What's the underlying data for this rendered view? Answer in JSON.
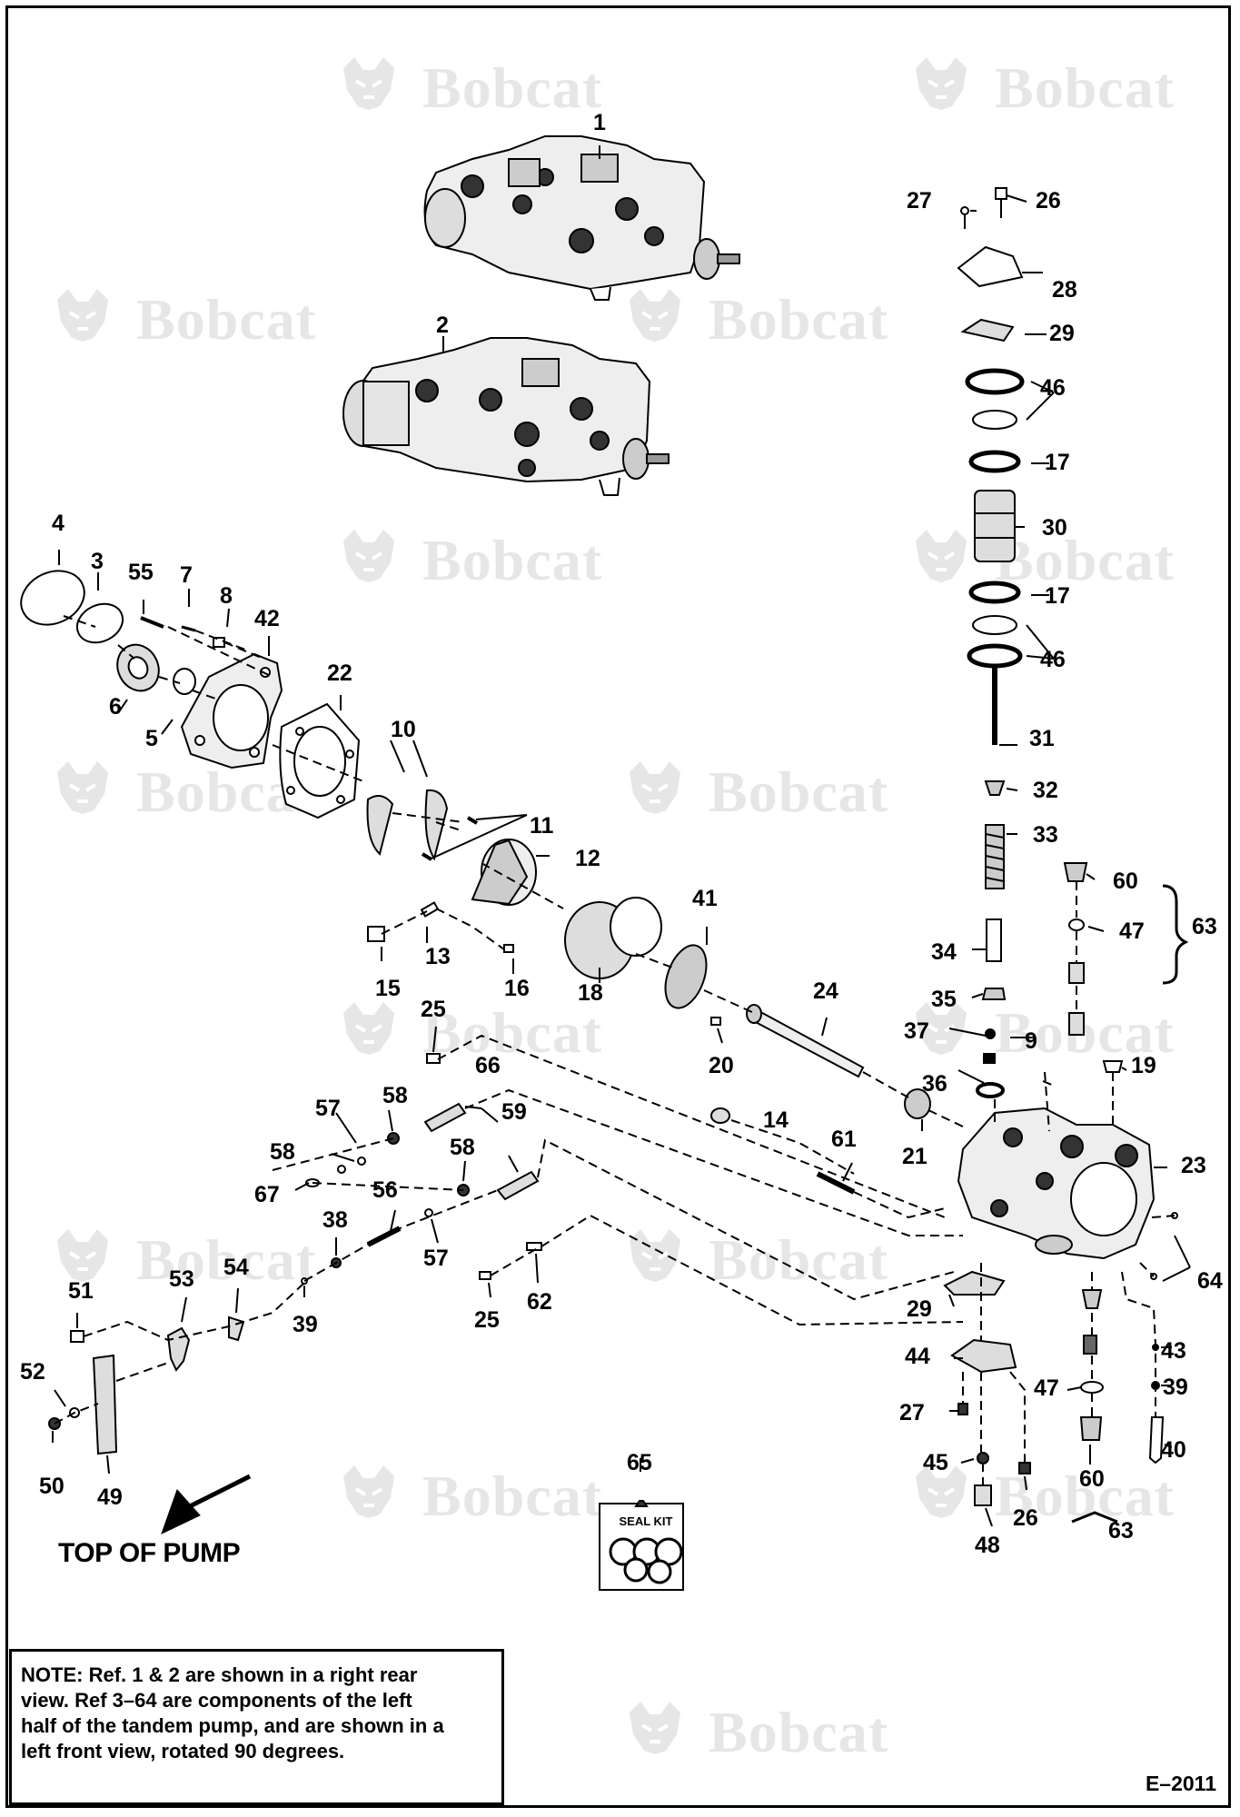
{
  "figure_id": "E–2011",
  "top_of_pump_label": "TOP OF PUMP",
  "seal_kit_label": "SEAL KIT",
  "note": {
    "heading": "NOTE:",
    "lines": [
      "Ref. 1 & 2 are shown in a right rear",
      "view.  Ref 3–64 are components of the left",
      "half of the tandem pump, and are shown in a",
      "left front view, rotated 90 degrees."
    ]
  },
  "watermark": {
    "text": "Bobcat",
    "color": "#e6e6e6"
  },
  "callouts": [
    {
      "n": "1"
    },
    {
      "n": "2"
    },
    {
      "n": "3"
    },
    {
      "n": "4"
    },
    {
      "n": "5"
    },
    {
      "n": "6"
    },
    {
      "n": "7"
    },
    {
      "n": "8"
    },
    {
      "n": "9"
    },
    {
      "n": "10"
    },
    {
      "n": "11"
    },
    {
      "n": "12"
    },
    {
      "n": "13"
    },
    {
      "n": "14"
    },
    {
      "n": "15"
    },
    {
      "n": "16"
    },
    {
      "n": "17"
    },
    {
      "n": "17"
    },
    {
      "n": "18"
    },
    {
      "n": "19"
    },
    {
      "n": "20"
    },
    {
      "n": "21"
    },
    {
      "n": "22"
    },
    {
      "n": "23"
    },
    {
      "n": "24"
    },
    {
      "n": "25"
    },
    {
      "n": "25"
    },
    {
      "n": "26"
    },
    {
      "n": "26"
    },
    {
      "n": "27"
    },
    {
      "n": "27"
    },
    {
      "n": "28"
    },
    {
      "n": "29"
    },
    {
      "n": "29"
    },
    {
      "n": "30"
    },
    {
      "n": "31"
    },
    {
      "n": "32"
    },
    {
      "n": "33"
    },
    {
      "n": "34"
    },
    {
      "n": "35"
    },
    {
      "n": "36"
    },
    {
      "n": "37"
    },
    {
      "n": "38"
    },
    {
      "n": "39"
    },
    {
      "n": "39"
    },
    {
      "n": "40"
    },
    {
      "n": "41"
    },
    {
      "n": "42"
    },
    {
      "n": "43"
    },
    {
      "n": "44"
    },
    {
      "n": "45"
    },
    {
      "n": "46"
    },
    {
      "n": "46"
    },
    {
      "n": "47"
    },
    {
      "n": "47"
    },
    {
      "n": "48"
    },
    {
      "n": "49"
    },
    {
      "n": "50"
    },
    {
      "n": "51"
    },
    {
      "n": "52"
    },
    {
      "n": "53"
    },
    {
      "n": "54"
    },
    {
      "n": "55"
    },
    {
      "n": "56"
    },
    {
      "n": "57"
    },
    {
      "n": "57"
    },
    {
      "n": "58"
    },
    {
      "n": "58"
    },
    {
      "n": "58"
    },
    {
      "n": "59"
    },
    {
      "n": "60"
    },
    {
      "n": "60"
    },
    {
      "n": "61"
    },
    {
      "n": "62"
    },
    {
      "n": "63"
    },
    {
      "n": "63"
    },
    {
      "n": "64"
    },
    {
      "n": "65"
    },
    {
      "n": "66"
    },
    {
      "n": "67"
    }
  ]
}
